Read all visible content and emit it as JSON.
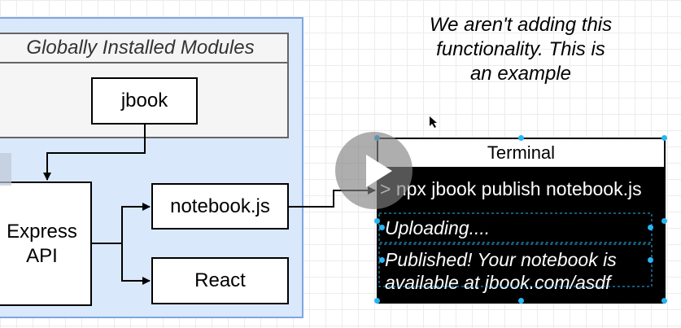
{
  "modules_header": "Globally Installed Modules",
  "boxes": {
    "jbook": "jbook",
    "express_line1": "Express",
    "express_line2": "API",
    "notebook": "notebook.js",
    "react": "React"
  },
  "note": {
    "line1": "We aren't adding this",
    "line2": "functionality. This is",
    "line3": "an example"
  },
  "terminal": {
    "title": "Terminal",
    "command": "> npx jbook publish notebook.js",
    "uploading": "Uploading....",
    "published_line1": "Published! Your notebook is",
    "published_line2": "available at jbook.com/asdf"
  },
  "colors": {
    "panel_fill": "#dae8fc",
    "panel_border": "#7ea6e0",
    "group_fill": "#f5f5f5",
    "terminal_bg": "#000000",
    "selection_handle": "#29b6f2"
  }
}
